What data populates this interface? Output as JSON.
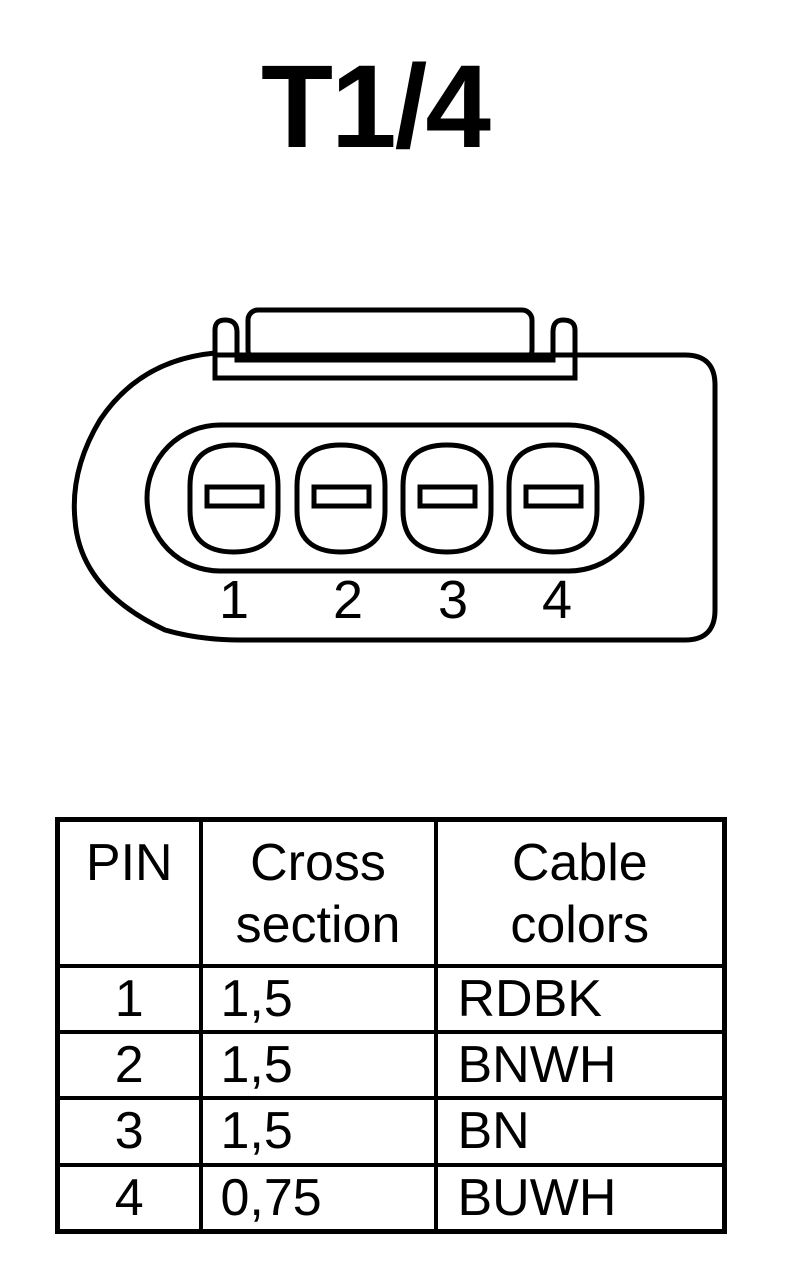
{
  "connector": {
    "title": "T1/4",
    "pin_labels": [
      "1",
      "2",
      "3",
      "4"
    ]
  },
  "pin_table": {
    "headers": [
      {
        "line1": "PIN",
        "line2": ""
      },
      {
        "line1": "Cross",
        "line2": "section"
      },
      {
        "line1": "Cable",
        "line2": "colors"
      }
    ],
    "rows": [
      {
        "pin": "1",
        "cross_section": "1,5",
        "cable_colors": "RDBK"
      },
      {
        "pin": "2",
        "cross_section": "1,5",
        "cable_colors": "BNWH"
      },
      {
        "pin": "3",
        "cross_section": "1,5",
        "cable_colors": "BN"
      },
      {
        "pin": "4",
        "cross_section": "0,75",
        "cable_colors": "BUWH"
      }
    ]
  }
}
